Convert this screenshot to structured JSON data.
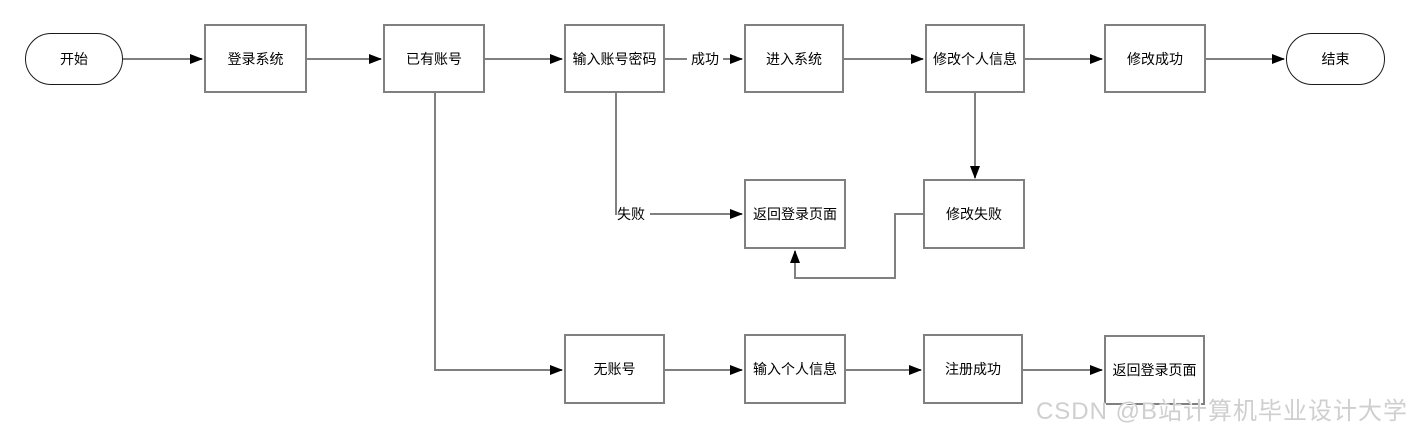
{
  "nodes": {
    "start": {
      "label": "开始"
    },
    "login_system": {
      "label": "登录系统"
    },
    "has_account": {
      "label": "已有账号"
    },
    "enter_credentials": {
      "label": "输入账号密码"
    },
    "enter_system": {
      "label": "进入系统"
    },
    "modify_personal_info": {
      "label": "修改个人信息"
    },
    "modify_success": {
      "label": "修改成功"
    },
    "end": {
      "label": "结束"
    },
    "return_login_mid": {
      "label": "返回登录页面"
    },
    "modify_fail": {
      "label": "修改失败"
    },
    "no_account": {
      "label": "无账号"
    },
    "enter_personal_info": {
      "label": "输入个人信息"
    },
    "register_success": {
      "label": "注册成功"
    },
    "return_login_bottom": {
      "label": "返回登录页面"
    }
  },
  "edge_labels": {
    "success": "成功",
    "fail": "失败"
  },
  "watermark": "CSDN @B站计算机毕业设计大学",
  "colors": {
    "line": "#808080",
    "arrowhead": "#000000",
    "process_border": "#808080",
    "terminal_border": "#1a1a1a",
    "text": "#000000",
    "watermark_text": "#cfcfcf",
    "background": "#ffffff"
  }
}
